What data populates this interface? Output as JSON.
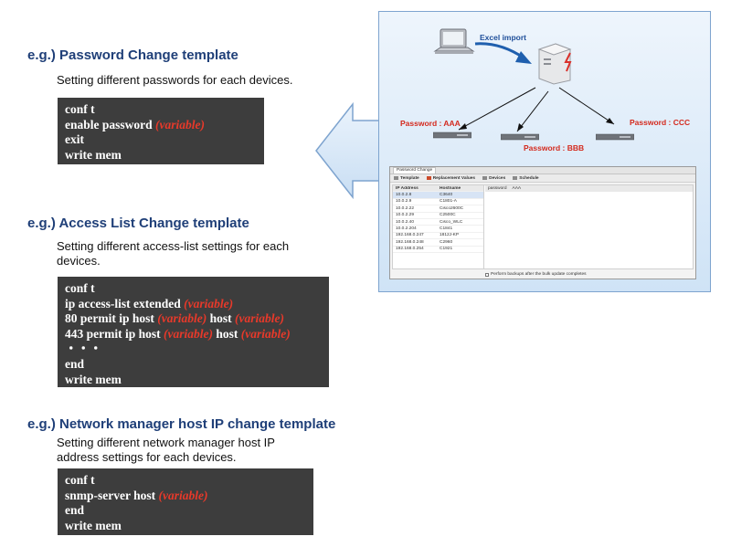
{
  "sections": [
    {
      "heading": "e.g.) Password Change template",
      "description": "Setting different passwords for each devices.",
      "code": [
        [
          {
            "t": "conf t"
          }
        ],
        [
          {
            "t": "enable password "
          },
          {
            "t": "(variable)",
            "var": true
          }
        ],
        [
          {
            "t": "exit"
          }
        ],
        [
          {
            "t": "write mem"
          }
        ]
      ]
    },
    {
      "heading": "e.g.) Access List Change template",
      "description": "Setting different access-list settings for each devices.",
      "code": [
        [
          {
            "t": "conf t"
          }
        ],
        [
          {
            "t": "ip access-list extended "
          },
          {
            "t": "(variable)",
            "var": true
          }
        ],
        [
          {
            "t": "80 permit ip host "
          },
          {
            "t": "(variable)",
            "var": true
          },
          {
            "t": " host "
          },
          {
            "t": "(variable)",
            "var": true
          }
        ],
        [
          {
            "t": "443 permit ip host "
          },
          {
            "t": "(variable)",
            "var": true
          },
          {
            "t": " host "
          },
          {
            "t": "(variable)",
            "var": true
          }
        ],
        [
          {
            "t": "・・・"
          }
        ],
        [
          {
            "t": "end"
          }
        ],
        [
          {
            "t": "write mem"
          }
        ]
      ]
    },
    {
      "heading": "e.g.) Network manager host IP change template",
      "description": "Setting different network manager host IP address settings for each devices.",
      "code": [
        [
          {
            "t": "conf t"
          }
        ],
        [
          {
            "t": "snmp-server host "
          },
          {
            "t": "(variable)",
            "var": true
          }
        ],
        [
          {
            "t": "end"
          }
        ],
        [
          {
            "t": "write mem"
          }
        ]
      ]
    }
  ],
  "diagram": {
    "excel_import": "Excel import",
    "password_aaa": "Password : AAA",
    "password_bbb": "Password : BBB",
    "password_ccc": "Password : CCC"
  },
  "app": {
    "tab_title": "Password Change",
    "toolbar": [
      "Template",
      "Replacement Values",
      "Devices",
      "Schedule"
    ],
    "columns": [
      "IP Address",
      "Hostname"
    ],
    "right_columns": [
      "password",
      "AAA"
    ],
    "rows": [
      [
        "10.0.2.8",
        "C3640"
      ],
      [
        "10.0.2.9",
        "C1801-A"
      ],
      [
        "10.0.2.22",
        "Cisco2600C"
      ],
      [
        "10.0.2.29",
        "C2500C"
      ],
      [
        "10.0.2.40",
        "Cisco_WLC"
      ],
      [
        "10.0.2.204",
        "C1841"
      ],
      [
        "192.168.0.247",
        "1812J-KP"
      ],
      [
        "192.168.0.248",
        "C2960"
      ],
      [
        "192.168.0.254",
        "C1921"
      ]
    ],
    "footer_checkbox": "Perform backups after the bulk update completes"
  }
}
